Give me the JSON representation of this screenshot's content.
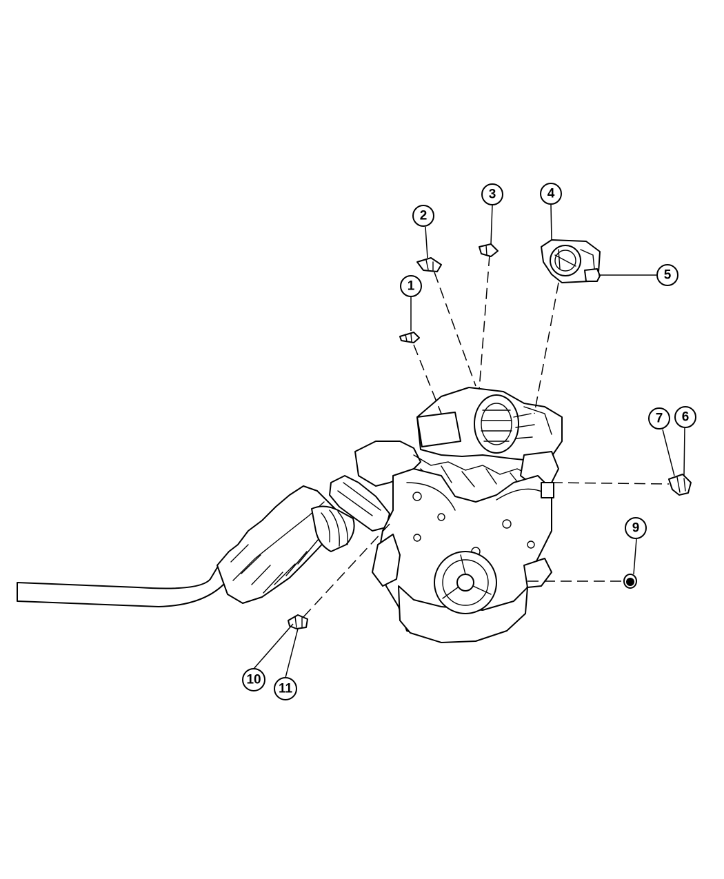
{
  "callouts": [
    {
      "id": "1",
      "label": "1"
    },
    {
      "id": "2",
      "label": "2"
    },
    {
      "id": "3",
      "label": "3"
    },
    {
      "id": "4",
      "label": "4"
    },
    {
      "id": "5",
      "label": "5"
    },
    {
      "id": "6",
      "label": "6"
    },
    {
      "id": "7",
      "label": "7"
    },
    {
      "id": "9",
      "label": "9"
    },
    {
      "id": "10",
      "label": "10"
    },
    {
      "id": "11",
      "label": "11"
    }
  ],
  "colors": {
    "line": "#000000",
    "background": "#ffffff"
  }
}
